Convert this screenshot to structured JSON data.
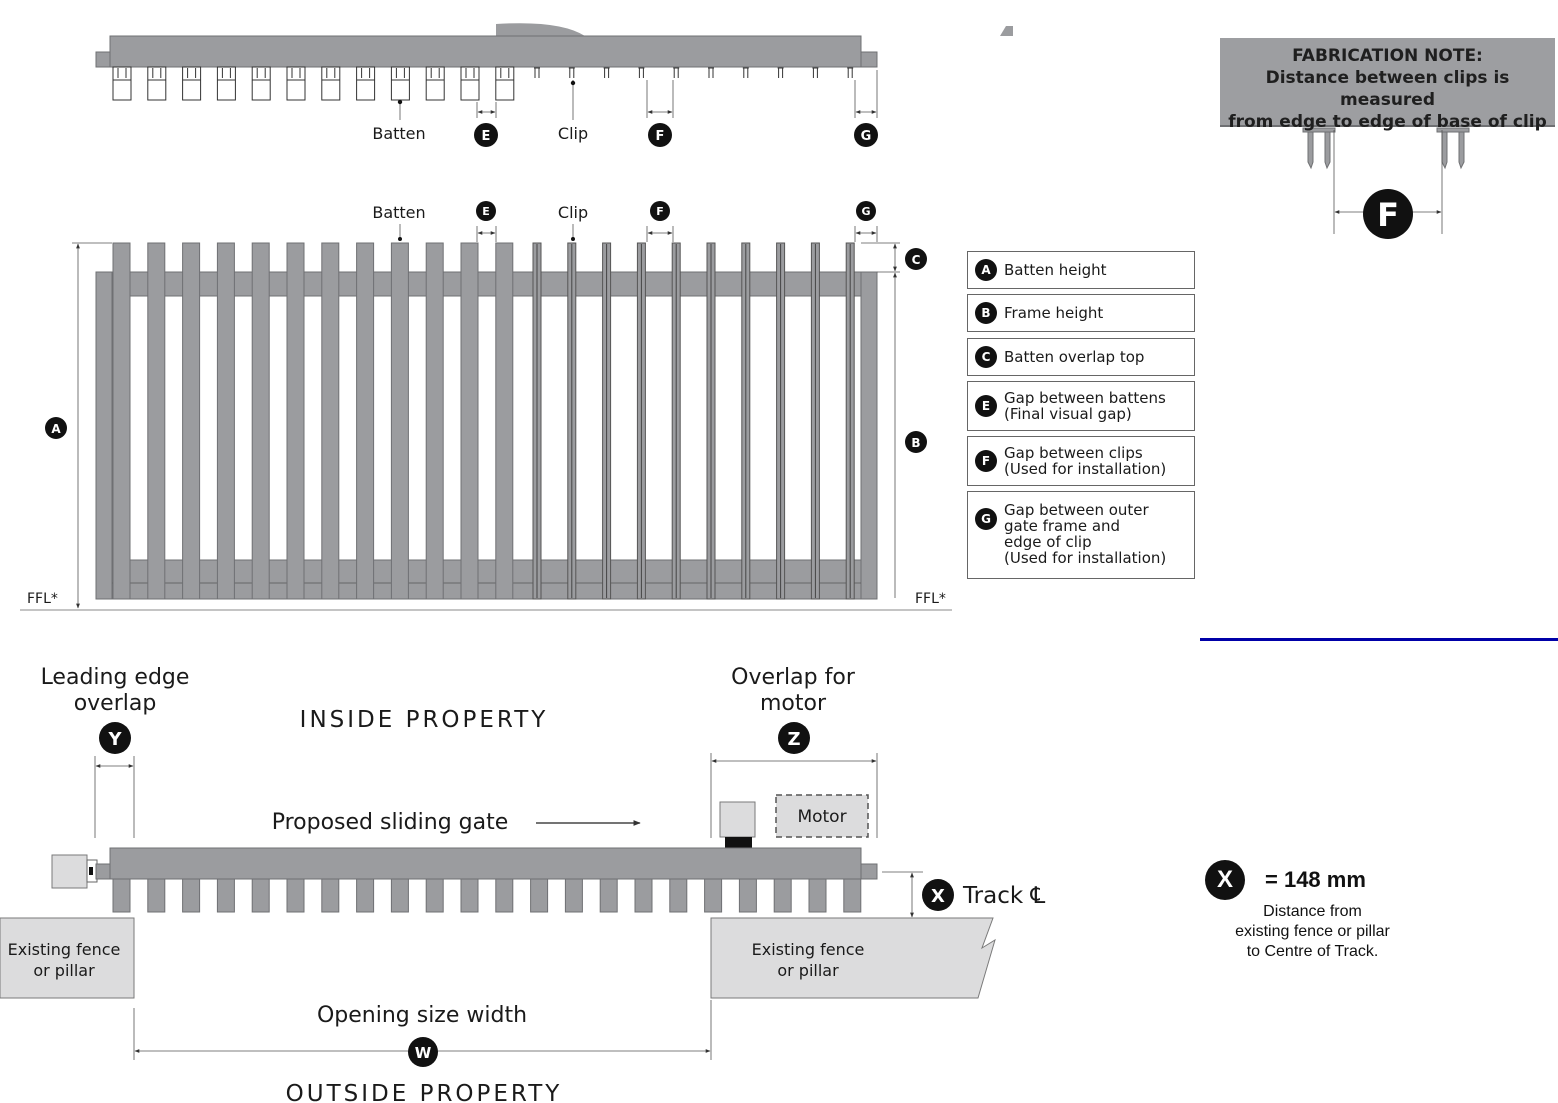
{
  "fabrication_note": {
    "title": "FABRICATION NOTE:",
    "line1": "Distance between clips is measured",
    "line2": "from edge to edge of base of clip",
    "badge": "F"
  },
  "top_view": {
    "batten_label": "Batten",
    "clip_label": "Clip",
    "badges": [
      "E",
      "F",
      "G"
    ]
  },
  "elevation": {
    "batten_label": "Batten",
    "clip_label": "Clip",
    "badges": {
      "a": "A",
      "b": "B",
      "c": "C",
      "e": "E",
      "f": "F",
      "g": "G"
    },
    "ffl_left": "FFL*",
    "ffl_right": "FFL*"
  },
  "legend": [
    {
      "badge": "A",
      "text": "Batten height"
    },
    {
      "badge": "B",
      "text": "Frame height"
    },
    {
      "badge": "C",
      "text": "Batten overlap top"
    },
    {
      "badge": "E",
      "text": "Gap between battens\n(Final visual gap)"
    },
    {
      "badge": "F",
      "text": "Gap between clips\n(Used for installation)"
    },
    {
      "badge": "G",
      "text": "Gap between outer\ngate frame and\nedge of clip\n(Used for installation)"
    }
  ],
  "plan": {
    "leading_edge_line1": "Leading edge",
    "leading_edge_line2": "overlap",
    "badge_y": "Y",
    "inside_property": "INSIDE PROPERTY",
    "overlap_motor_line1": "Overlap for",
    "overlap_motor_line2": "motor",
    "badge_z": "Z",
    "proposed_gate": "Proposed sliding gate",
    "motor_label": "Motor",
    "badge_x": "X",
    "track_label": "Track ℄",
    "fence_left_line1": "Existing fence",
    "fence_left_line2": "or pillar",
    "fence_right_line1": "Existing fence",
    "fence_right_line2": "or pillar",
    "opening_width": "Opening size width",
    "badge_w": "W",
    "outside_property": "OUTSIDE PROPERTY"
  },
  "x_note": {
    "badge": "X",
    "value": "= 148 mm",
    "description": "Distance from\nexisting fence or pillar\nto Centre of Track."
  },
  "colors": {
    "metal": "#9b9c9f",
    "fence": "#dcdcdd",
    "badge": "#111111",
    "rule": "#0000a8"
  }
}
